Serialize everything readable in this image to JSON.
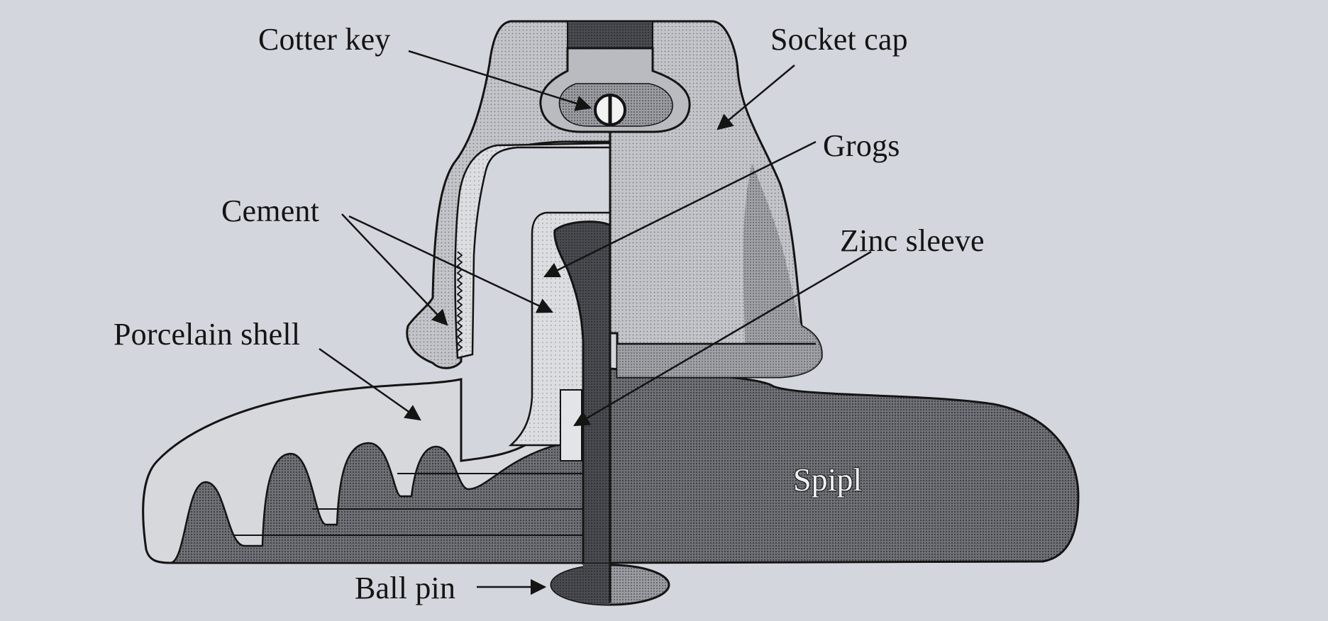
{
  "labels": {
    "cotter_key": "Cotter key",
    "socket_cap": "Socket cap",
    "grogs": "Grogs",
    "cement": "Cement",
    "zinc_sleeve": "Zinc sleeve",
    "porcelain_shell": "Porcelain shell",
    "ball_pin": "Ball pin",
    "spipl": "Spipl"
  },
  "colors": {
    "page": "#d3d6dc",
    "ink": "#141414",
    "cap_fill": "#b9bbc0",
    "porcelain_dark": "#76787e",
    "pin_dark": "#3c3d42",
    "cement_light": "#d9dade"
  }
}
